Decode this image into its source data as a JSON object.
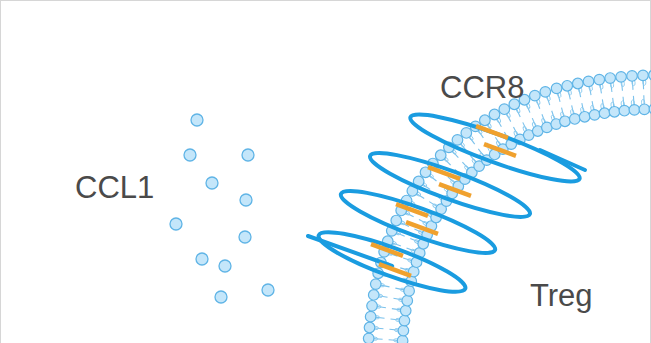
{
  "diagram": {
    "labels": [
      "CCL1",
      "CCR8",
      "Treg"
    ]
  }
}
